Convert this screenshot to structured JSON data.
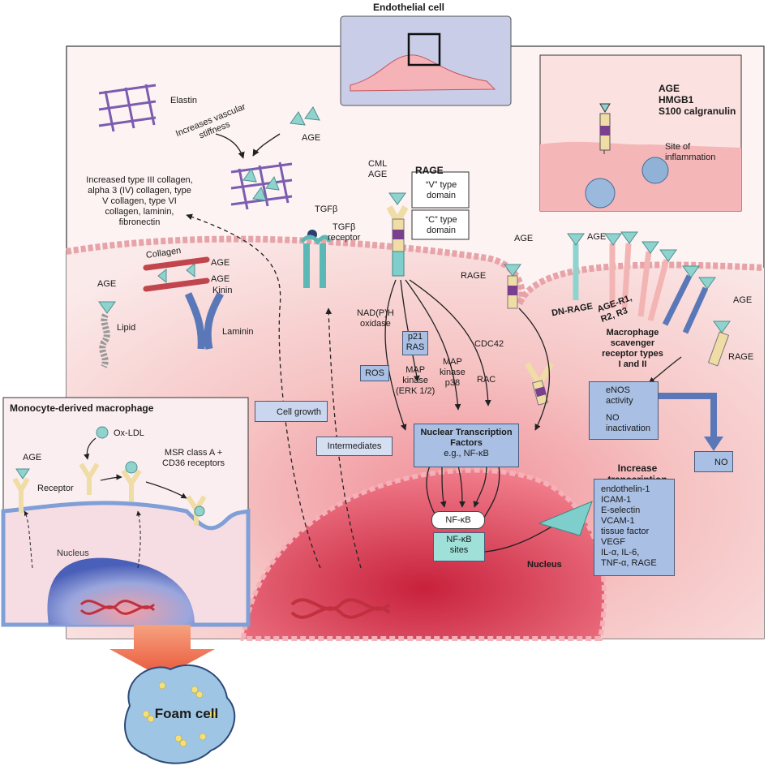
{
  "title": "Endothelial cell",
  "inset": {
    "ligands": "AGE\nHMGB1\nS100 calgranulin",
    "site": "Site of\ninflammation"
  },
  "matrix": {
    "elastin": "Elastin",
    "stiffness": "Increases vascular\nstiffness",
    "age_free": "AGE",
    "collagen_list": "Increased type III collagen,\nalpha 3 (IV) collagen, type\nV collagen, type VI\ncollagen, laminin,\nfibronectin",
    "collagen": "Collagen",
    "age1": "AGE",
    "age2": "AGE",
    "kinin": "Kinin",
    "laminin": "Laminin",
    "age_lipid": "AGE",
    "lipid": "Lipid"
  },
  "tgf": {
    "ligand": "TGFβ",
    "receptor": "TGFβ\nreceptor"
  },
  "rage": {
    "cml": "CML\nAGE",
    "title": "RAGE",
    "v_domain": "“V” type\ndomain",
    "c_domain": "“C” type\ndomain",
    "age_right": "AGE",
    "rage_right": "RAGE"
  },
  "signaling": {
    "nadph": "NAD(P)H\noxidase",
    "p21": "p21\nRAS",
    "ros": "ROS",
    "erk": "MAP\nkinase\n(ERK 1/2)",
    "p38": "MAP\nkinase\np38",
    "cdc42": "CDC42",
    "rac": "RAC",
    "cell_growth": "Cell growth",
    "intermediates": "Intermediates",
    "ntf": "Nuclear Transcription\nFactors",
    "ntf_eg": "e.g., NF-κB",
    "nfkb": "NF-κB",
    "nfkb_sites": "NF-κB\nsites",
    "nucleus": "Nucleus"
  },
  "scavenger": {
    "age": "AGE",
    "dn_rage": "DN-RAGE",
    "age_r": "AGE-R1,\nR2, R3",
    "msr": "Macrophage\nscavenger\nreceptor types\nI and II",
    "age_rage": "AGE",
    "rage": "RAGE"
  },
  "enos": {
    "activity": "eNOS\nactivity",
    "no_inact": "NO\ninactivation",
    "no": "NO"
  },
  "transcription": {
    "title": "Increase\ntranscription",
    "genes": "endothelin-1\nICAM-1\nE-selectin\nVCAM-1\ntissue factor\nVEGF\nIL-α, IL-6,\nTNF-α, RAGE"
  },
  "macrophage": {
    "title": "Monocyte-derived macrophage",
    "oxldl": "Ox-LDL",
    "age": "AGE",
    "msr": "MSR class A +\nCD36 receptors",
    "receptor": "Receptor",
    "nucleus": "Nucleus"
  },
  "foam": "Foam cell",
  "colors": {
    "cytoplasm": "#f6c9c9",
    "nucleus": "#d9536a",
    "box_fill": "#a9bfe3",
    "receptor_teal": "#8fd3cf",
    "receptor_purple": "#7a3f8f",
    "arrow_red": "#e0433c"
  }
}
